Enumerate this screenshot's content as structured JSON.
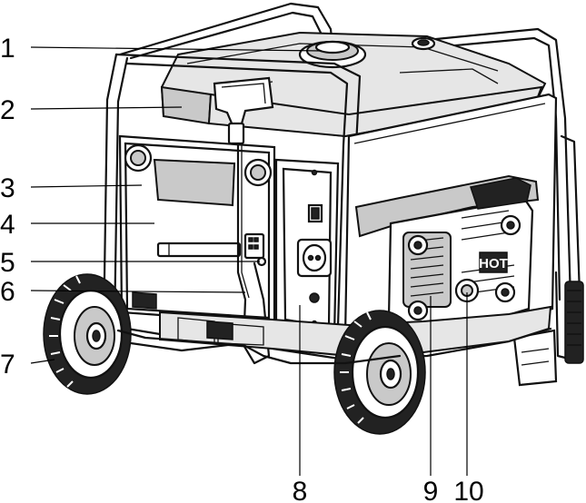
{
  "callouts": [
    {
      "id": "1",
      "label": "1"
    },
    {
      "id": "2",
      "label": "2"
    },
    {
      "id": "3",
      "label": "3"
    },
    {
      "id": "4",
      "label": "4"
    },
    {
      "id": "5",
      "label": "5"
    },
    {
      "id": "6",
      "label": "6"
    },
    {
      "id": "7",
      "label": "7"
    },
    {
      "id": "8",
      "label": "8"
    },
    {
      "id": "9",
      "label": "9"
    },
    {
      "id": "10",
      "label": "10"
    }
  ],
  "engine_cover": {
    "warning_text": "HOT"
  }
}
